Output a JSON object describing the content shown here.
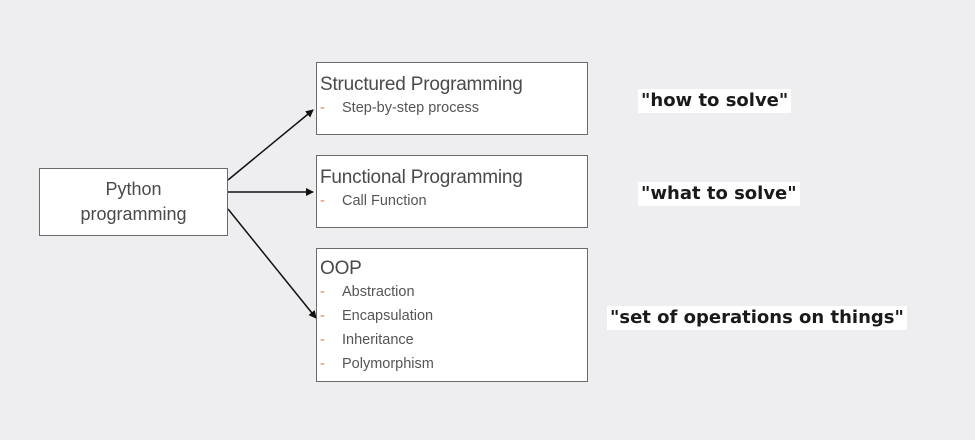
{
  "root": {
    "line1": "Python",
    "line2": "programming"
  },
  "paradigms": [
    {
      "title": "Structured Programming",
      "items": [
        "Step-by-step process"
      ]
    },
    {
      "title": "Functional Programming",
      "items": [
        "Call Function"
      ]
    },
    {
      "title": "OOP",
      "items": [
        "Abstraction",
        "Encapsulation",
        "Inheritance",
        "Polymorphism"
      ]
    }
  ],
  "notes": [
    "\"how to solve\"",
    "\"what to solve\"",
    "\"set of operations on things\""
  ],
  "bullet": "-",
  "colors": {
    "background": "#eeeef0",
    "bullet": "#e07a5f",
    "arrow": "#111111"
  }
}
